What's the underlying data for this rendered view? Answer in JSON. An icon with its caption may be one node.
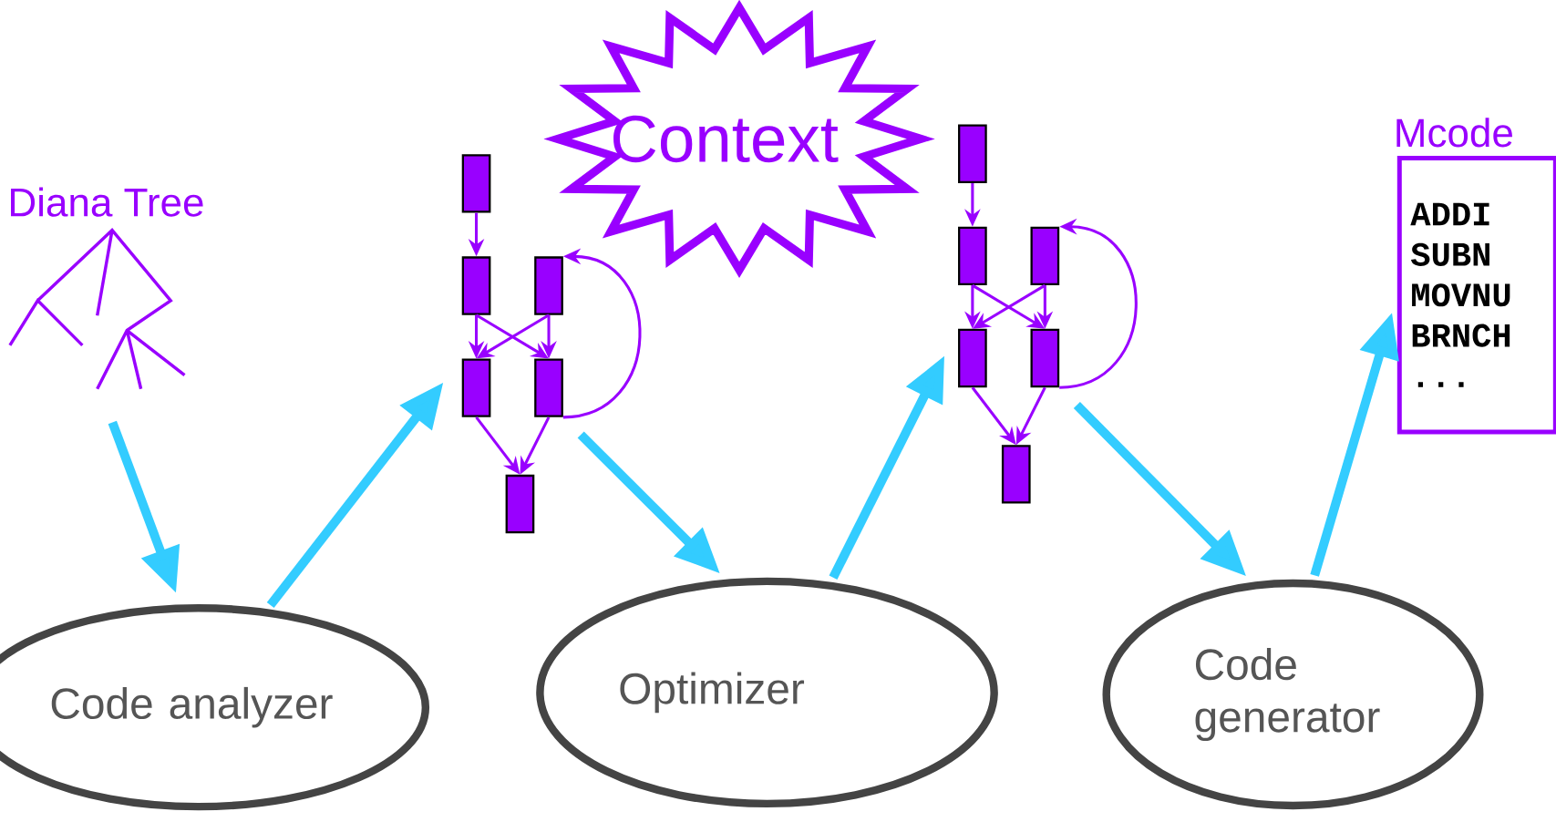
{
  "diagram": {
    "nodes": [
      {
        "text": [
          "Diana Tree"
        ]
      },
      {
        "text": [
          "Code analyzer"
        ]
      },
      {
        "text": [],
        "shape": "box"
      },
      {
        "text": [],
        "shape": "box"
      },
      {
        "text": [],
        "shape": "box"
      },
      {
        "text": [],
        "shape": "box"
      },
      {
        "text": [],
        "shape": "box"
      },
      {
        "text": [],
        "shape": "box"
      },
      {
        "text": [
          "Context"
        ]
      },
      {
        "text": [
          "Optimizer"
        ]
      },
      {
        "text": [],
        "shape": "box"
      },
      {
        "text": [],
        "shape": "box"
      },
      {
        "text": [],
        "shape": "box"
      },
      {
        "text": [],
        "shape": "box"
      },
      {
        "text": [],
        "shape": "box"
      },
      {
        "text": [],
        "shape": "box"
      },
      {
        "text": [
          "Code generator"
        ]
      },
      {
        "text": [
          "Mcode",
          "ADDI",
          "SUBN",
          "MOVNU",
          "BRNCH",
          "..."
        ]
      }
    ],
    "edges": [
      {
        "from": 0,
        "to": 1,
        "arrow": "to",
        "style": "thick",
        "color": "#33ccff"
      },
      {
        "from": 1,
        "to": 5,
        "arrow": "to",
        "style": "thick",
        "color": "#33ccff"
      },
      {
        "from": 6,
        "to": 9,
        "arrow": "to",
        "style": "thick",
        "color": "#33ccff"
      },
      {
        "from": 9,
        "to": 13,
        "arrow": "to",
        "style": "thick",
        "color": "#33ccff"
      },
      {
        "from": 14,
        "to": 16,
        "arrow": "to",
        "style": "thick",
        "color": "#33ccff"
      },
      {
        "from": 16,
        "to": 17,
        "arrow": "to",
        "style": "thick",
        "color": "#33ccff"
      },
      {
        "from": 2,
        "to": 3,
        "arrow": "to"
      },
      {
        "from": 3,
        "to": 5,
        "arrow": "to"
      },
      {
        "from": 3,
        "to": 6,
        "arrow": "to"
      },
      {
        "from": 4,
        "to": 5,
        "arrow": "to"
      },
      {
        "from": 4,
        "to": 6,
        "arrow": "to"
      },
      {
        "from": 6,
        "to": 4,
        "arrow": "to"
      },
      {
        "from": 5,
        "to": 7,
        "arrow": "to"
      },
      {
        "from": 6,
        "to": 7,
        "arrow": "to"
      },
      {
        "from": 10,
        "to": 11,
        "arrow": "to"
      },
      {
        "from": 11,
        "to": 13,
        "arrow": "to"
      },
      {
        "from": 11,
        "to": 14,
        "arrow": "to"
      },
      {
        "from": 12,
        "to": 13,
        "arrow": "to"
      },
      {
        "from": 12,
        "to": 14,
        "arrow": "to"
      },
      {
        "from": 14,
        "to": 12,
        "arrow": "to"
      },
      {
        "from": 13,
        "to": 15,
        "arrow": "to"
      },
      {
        "from": 14,
        "to": 15,
        "arrow": "to"
      }
    ]
  }
}
